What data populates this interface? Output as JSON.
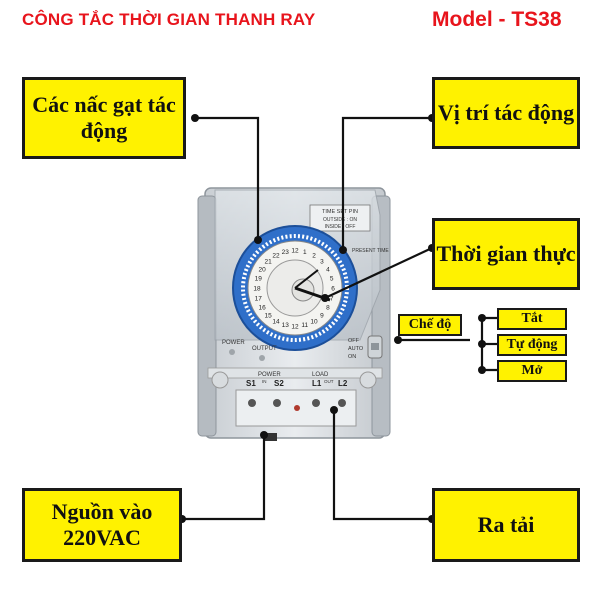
{
  "header": {
    "title": "CÔNG TẮC THỜI GIAN THANH RAY",
    "model": "Model  - TS38"
  },
  "callouts": {
    "levers": "Các nấc gạt tác động",
    "position": "Vị trí tác động",
    "realtime": "Thời gian thực",
    "mode": "Chế độ",
    "off": "Tắt",
    "auto": "Tự động",
    "on": "Mở",
    "power_in": "Nguồn vào 220VAC",
    "load_out": "Ra tải"
  },
  "device_labels": {
    "time_set_pin": "TIME SET PIN",
    "pin_out": "OUTSIDE : ON",
    "pin_in": "INSIDE : OFF",
    "present_time": "PRESENT TIME",
    "power_led": "POWER",
    "output_led": "OUTPUT",
    "switch_off": "OFF",
    "switch_auto": "AUTO",
    "switch_on": "ON",
    "terminal_power": "POWER",
    "terminal_in": "IN",
    "terminal_load": "LOAD",
    "terminal_out": "OUT",
    "s1": "S1",
    "s2": "S2",
    "l1": "L1",
    "l2": "L2"
  },
  "dial_numbers": [
    "12",
    "1",
    "2",
    "3",
    "4",
    "5",
    "6",
    "7",
    "8",
    "9",
    "10",
    "11",
    "12",
    "13",
    "14",
    "15",
    "16",
    "17",
    "18",
    "19",
    "20",
    "21",
    "22",
    "23"
  ],
  "colors": {
    "title_red": "#e8141c",
    "callout_yellow": "#fff200",
    "dial_blue": "#2f6fc9"
  }
}
